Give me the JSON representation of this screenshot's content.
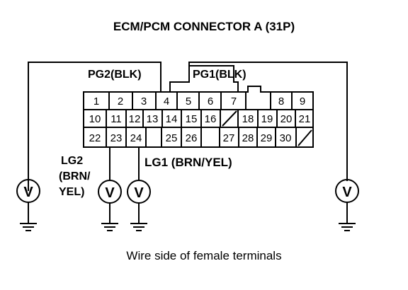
{
  "title": "ECM/PCM CONNECTOR A (31P)",
  "caption": "Wire side of female terminals",
  "labels": {
    "pg2": "PG2(BLK)",
    "pg1": "PG1(BLK)",
    "lg2_line1": "LG2",
    "lg2_line2": "(BRN/",
    "lg2_line3": "YEL)",
    "lg1": "LG1 (BRN/YEL)"
  },
  "connector": {
    "row1": [
      "1",
      "2",
      "3",
      "4",
      "5",
      "6",
      "7",
      "8",
      "9"
    ],
    "row2": [
      "10",
      "11",
      "12",
      "13",
      "14",
      "15",
      "16",
      "18",
      "19",
      "20",
      "21"
    ],
    "row3": [
      "22",
      "23",
      "24",
      "25",
      "26",
      "27",
      "28",
      "29",
      "30"
    ]
  },
  "meter_symbol": "V"
}
